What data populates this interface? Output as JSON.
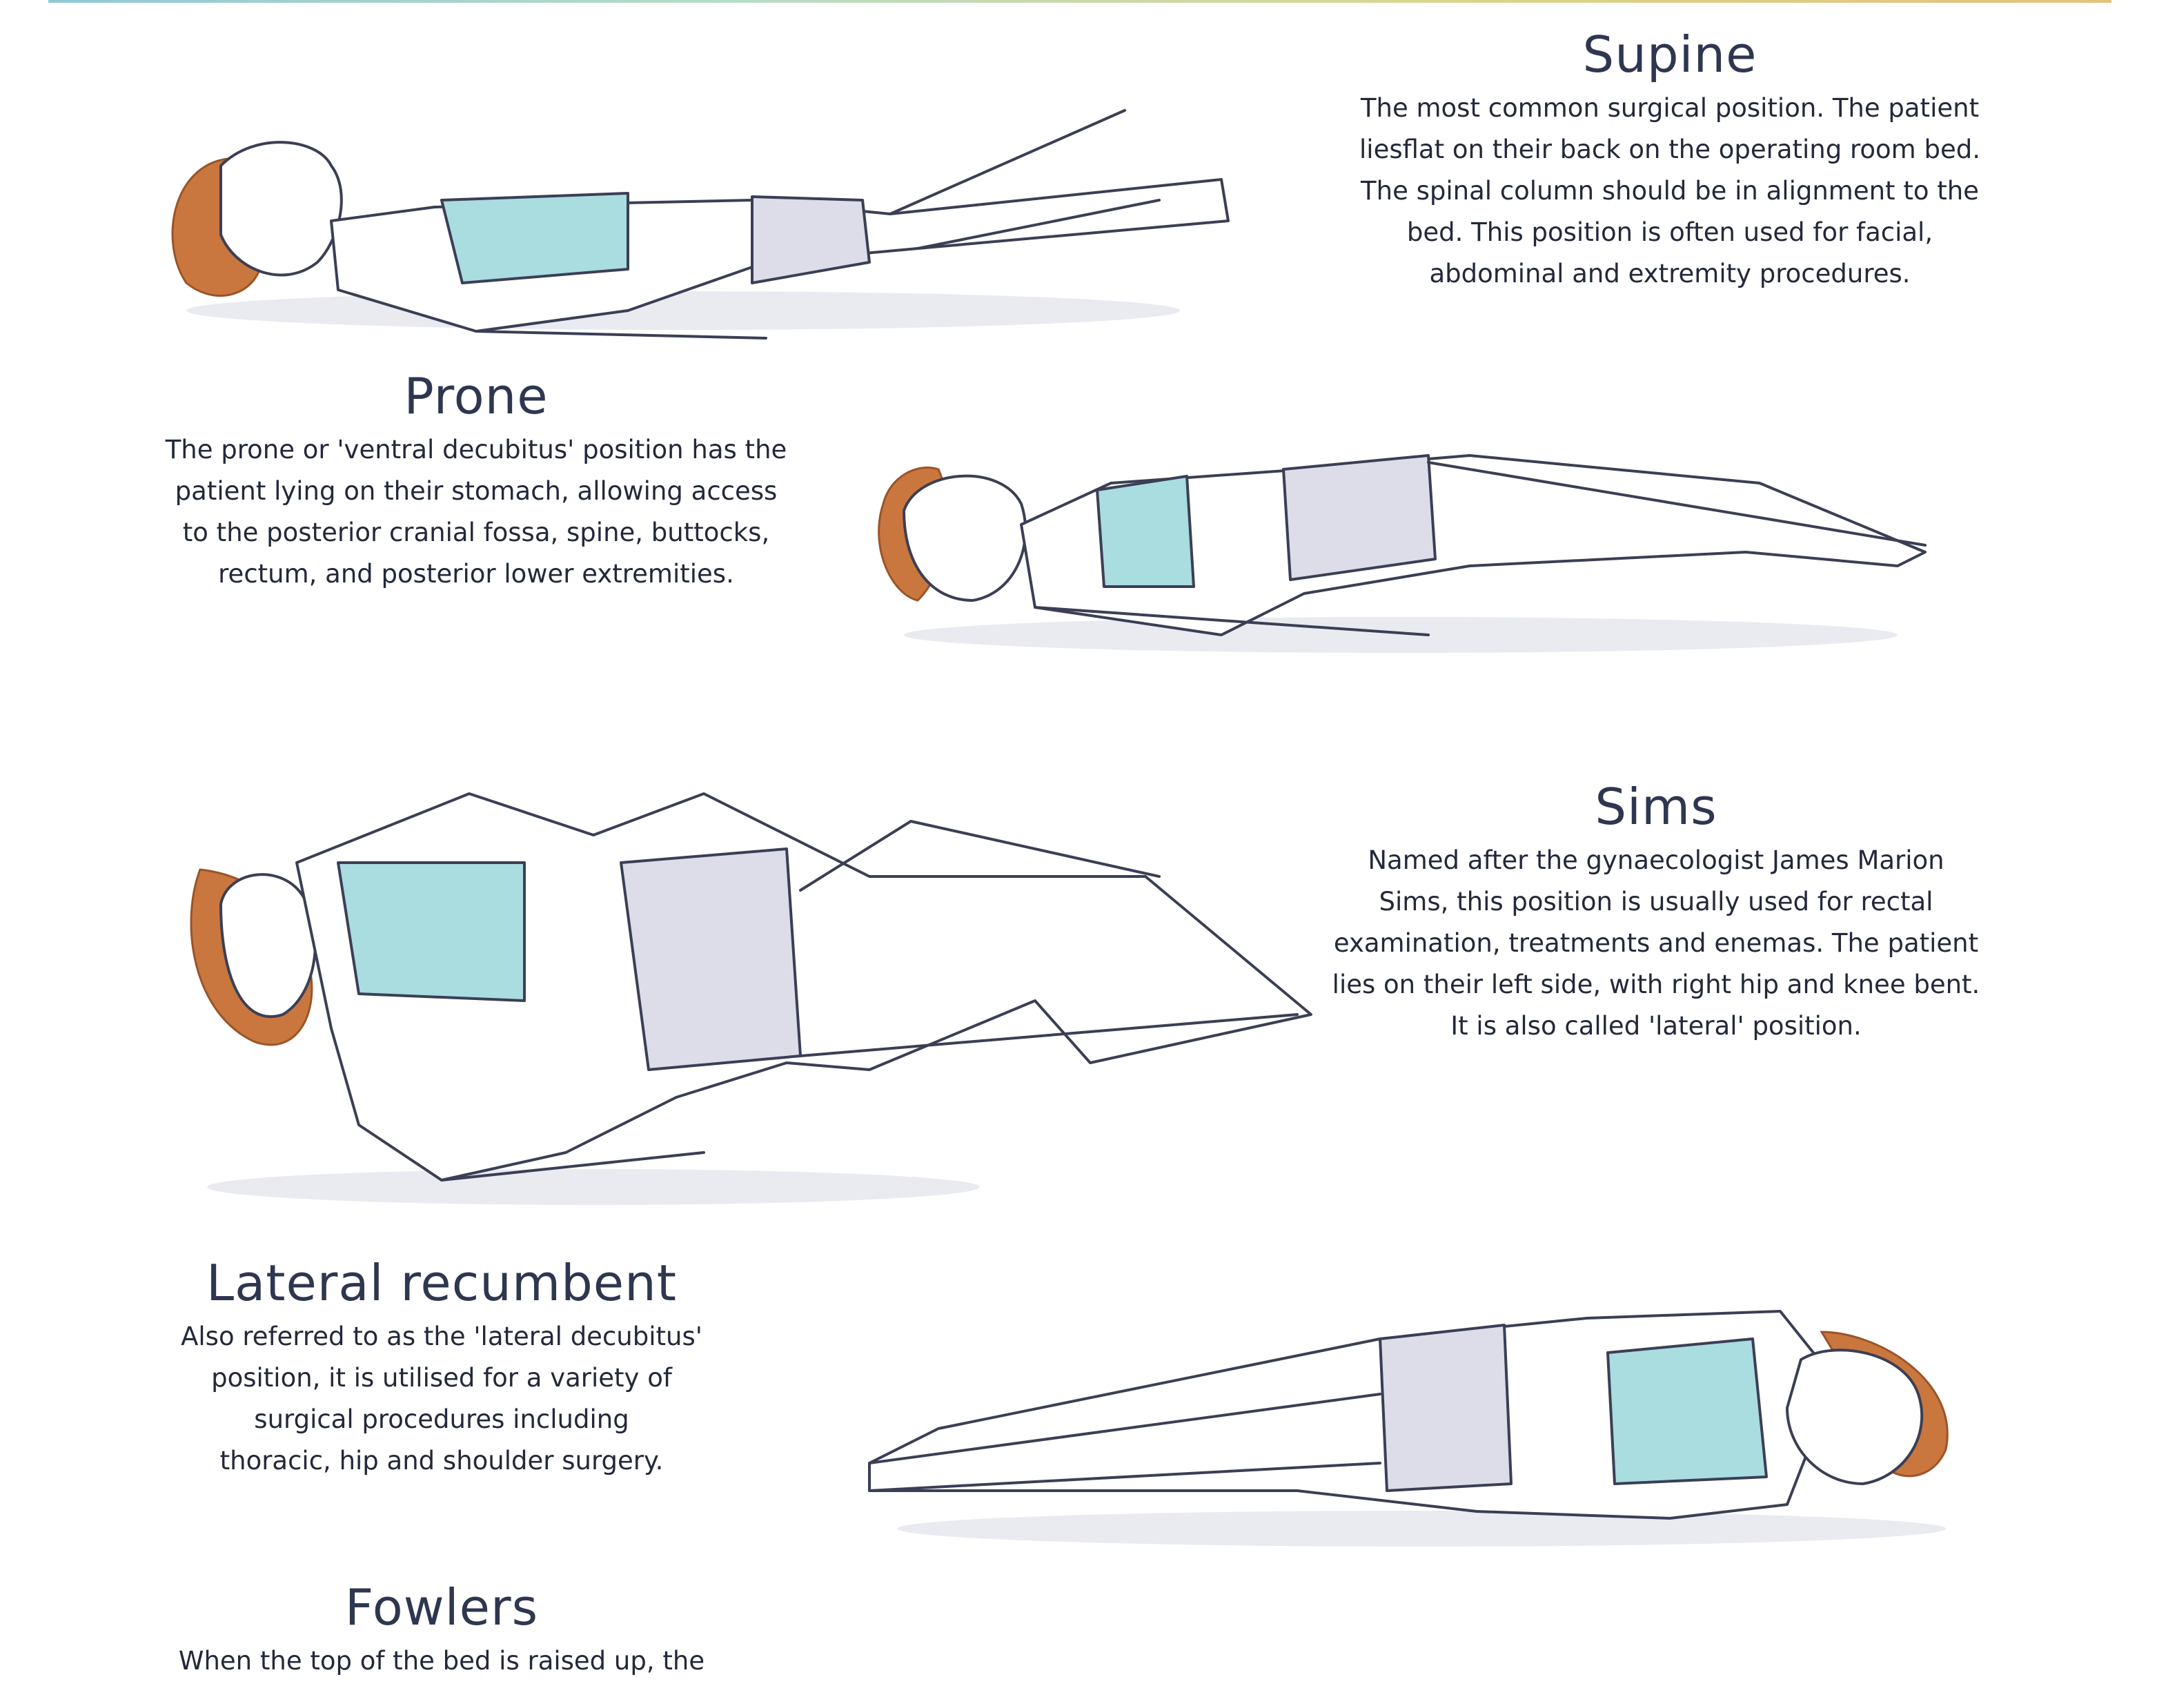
{
  "sections": {
    "supine": {
      "title": "Supine",
      "desc": "The most common surgical position. The patient\nliesflat on their back on the operating room bed.\nThe spinal column should be in alignment to the\nbed. This position is often used for facial,\nabdominal and extremity procedures."
    },
    "prone": {
      "title": "Prone",
      "desc": "The prone or 'ventral decubitus' position has the\npatient lying on their stomach, allowing access\nto the posterior cranial fossa, spine, buttocks,\nrectum, and posterior lower extremities."
    },
    "sims": {
      "title": "Sims",
      "desc": "Named after the gynaecologist James Marion\nSims, this position is usually used for rectal\nexamination, treatments and enemas. The patient\nlies on their left side, with right hip and knee bent.\nIt is also called 'lateral' position."
    },
    "lateral": {
      "title": "Lateral recumbent",
      "desc": "Also referred to as the 'lateral decubitus'\nposition, it is utilised for a variety of\nsurgical procedures including\nthoracic, hip and shoulder surgery."
    },
    "fowlers": {
      "title": "Fowlers",
      "desc": "When the top of the bed is raised up, the"
    }
  },
  "colors": {
    "top": "#a9dde0",
    "shorts": "#dcdde8",
    "hair": "#c9773f",
    "outline": "#3b3f55",
    "text": "#2b3145"
  }
}
